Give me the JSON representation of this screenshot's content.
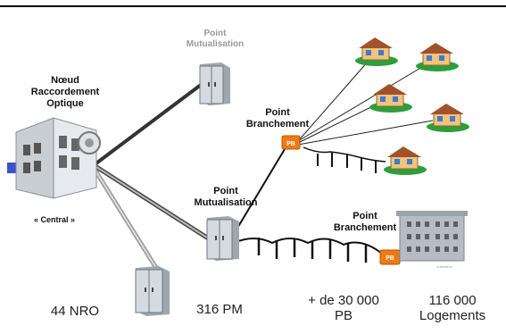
{
  "labels": {
    "nro_title": "Nœud\nRaccordement\nOptique",
    "central": "« Central »",
    "pm_top": "Point\nMutualisation",
    "pm_mid": "Point\nMutualisation",
    "pb_top": "Point\nBranchement",
    "pb_bottom": "Point\nBranchement",
    "pb_box": "PB",
    "building_caption": "Ilustration"
  },
  "stats": {
    "nro": "44 NRO",
    "pm": "316 PM",
    "pb": "+ de 30 000\nPB",
    "logements": "116 000\nLogements"
  },
  "colors": {
    "house_wall": "#f2c37a",
    "roof": "#a0522d",
    "lawn": "#2e9e3a",
    "pb_orange": "#ee7a12",
    "cabinet": "#cfd6dc",
    "building": "#b7bcc4"
  }
}
